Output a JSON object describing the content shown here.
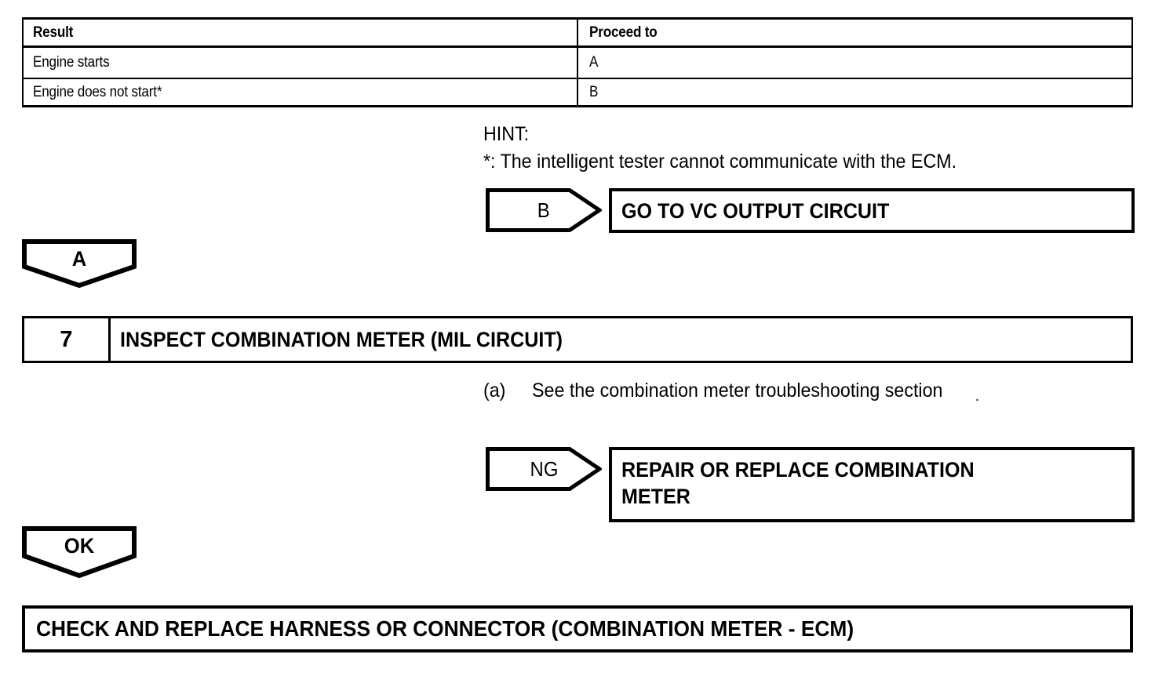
{
  "document": {
    "kind": "diagnostic-flowchart",
    "colors": {
      "ink": "#000000",
      "paper": "#ffffff"
    }
  },
  "result_table": {
    "headers": [
      "Result",
      "Proceed to"
    ],
    "rows": [
      {
        "result": "Engine starts",
        "proceed_to": "A"
      },
      {
        "result": "Engine does not start*",
        "proceed_to": "B"
      }
    ]
  },
  "hint": {
    "label": "HINT:",
    "note": "*: The intelligent tester cannot communicate with the ECM."
  },
  "branch_b": {
    "tag": "B",
    "action": "GO TO VC OUTPUT CIRCUIT"
  },
  "branch_a": {
    "tag": "A"
  },
  "step": {
    "number": "7",
    "title": "INSPECT COMBINATION METER (MIL CIRCUIT)",
    "procedure": {
      "marker": "(a)",
      "text": "See the combination meter troubleshooting section",
      "period": "."
    }
  },
  "branch_ng": {
    "tag": "NG",
    "action": "REPAIR OR REPLACE COMBINATION\nMETER"
  },
  "branch_ok": {
    "tag": "OK"
  },
  "final": {
    "action": "CHECK AND REPLACE HARNESS OR CONNECTOR (COMBINATION METER - ECM)"
  }
}
